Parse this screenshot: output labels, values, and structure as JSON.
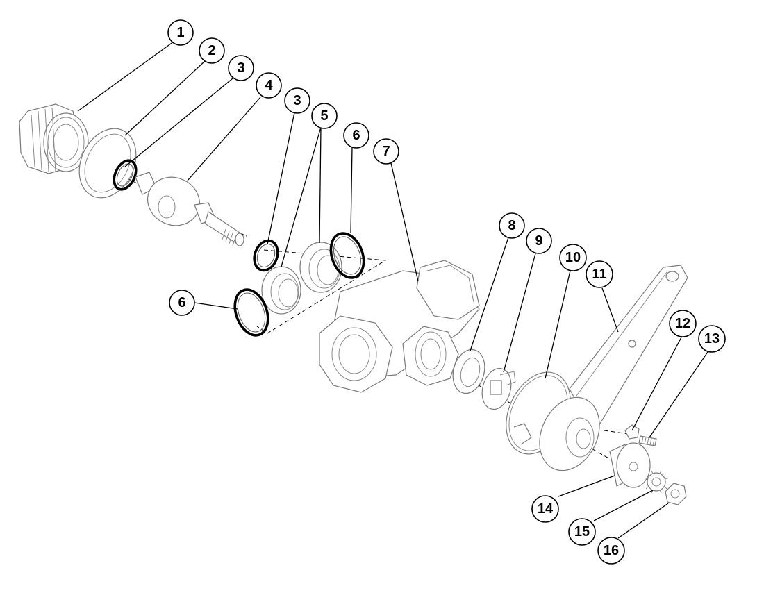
{
  "callouts": [
    {
      "id": "c1",
      "label": "1"
    },
    {
      "id": "c2",
      "label": "2"
    },
    {
      "id": "c3a",
      "label": "3"
    },
    {
      "id": "c4",
      "label": "4"
    },
    {
      "id": "c3b",
      "label": "3"
    },
    {
      "id": "c5",
      "label": "5"
    },
    {
      "id": "c6a",
      "label": "6"
    },
    {
      "id": "c7",
      "label": "7"
    },
    {
      "id": "c6b",
      "label": "6"
    },
    {
      "id": "c8",
      "label": "8"
    },
    {
      "id": "c9",
      "label": "9"
    },
    {
      "id": "c10",
      "label": "10"
    },
    {
      "id": "c11",
      "label": "11"
    },
    {
      "id": "c12",
      "label": "12"
    },
    {
      "id": "c13",
      "label": "13"
    },
    {
      "id": "c14",
      "label": "14"
    },
    {
      "id": "c15",
      "label": "15"
    },
    {
      "id": "c16",
      "label": "16"
    }
  ]
}
